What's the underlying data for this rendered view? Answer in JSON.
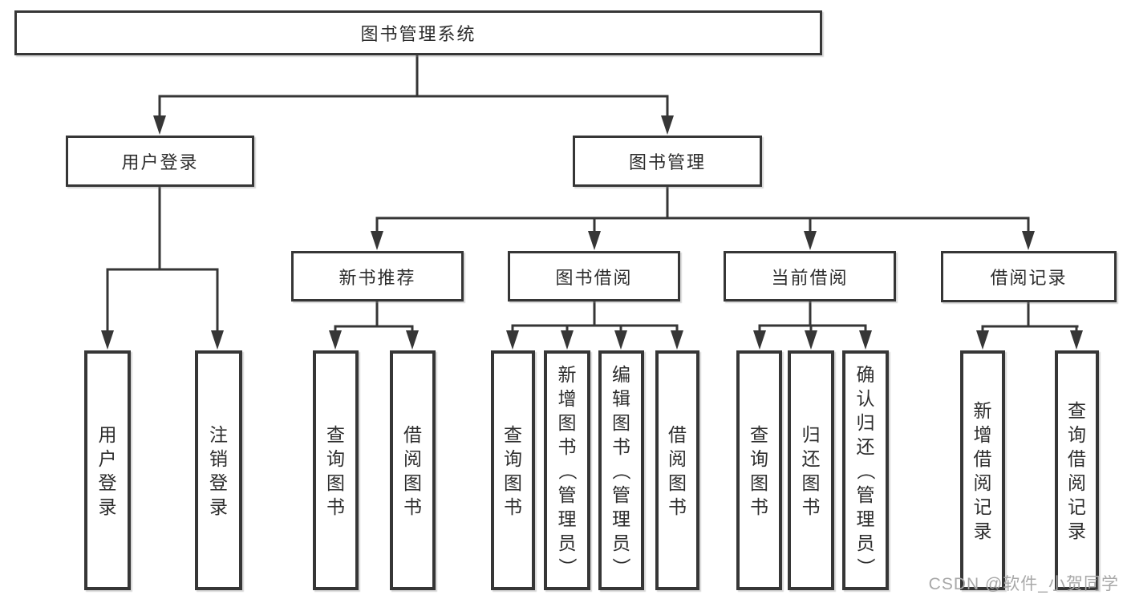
{
  "tree": {
    "label": "图书管理系统",
    "children": [
      {
        "label": "用户登录",
        "children": [
          {
            "label": "用户登录"
          },
          {
            "label": "注销登录"
          }
        ]
      },
      {
        "label": "图书管理",
        "children": [
          {
            "label": "新书推荐",
            "children": [
              {
                "label": "查询图书"
              },
              {
                "label": "借阅图书"
              }
            ]
          },
          {
            "label": "图书借阅",
            "children": [
              {
                "label": "查询图书"
              },
              {
                "label": "新增图书（管理员）"
              },
              {
                "label": "编辑图书（管理员）"
              },
              {
                "label": "借阅图书"
              }
            ]
          },
          {
            "label": "当前借阅",
            "children": [
              {
                "label": "查询图书"
              },
              {
                "label": "归还图书"
              },
              {
                "label": "确认归还（管理员）"
              }
            ]
          },
          {
            "label": "借阅记录",
            "children": [
              {
                "label": "新增借阅记录"
              },
              {
                "label": "查询借阅记录"
              }
            ]
          }
        ]
      }
    ]
  },
  "watermark": {
    "text": "CSDN @软件_小贺同学"
  },
  "colors": {
    "line": "#363636",
    "text": "#2d2d2d",
    "background": "#ffffff",
    "watermark": "#a8a8a8"
  }
}
